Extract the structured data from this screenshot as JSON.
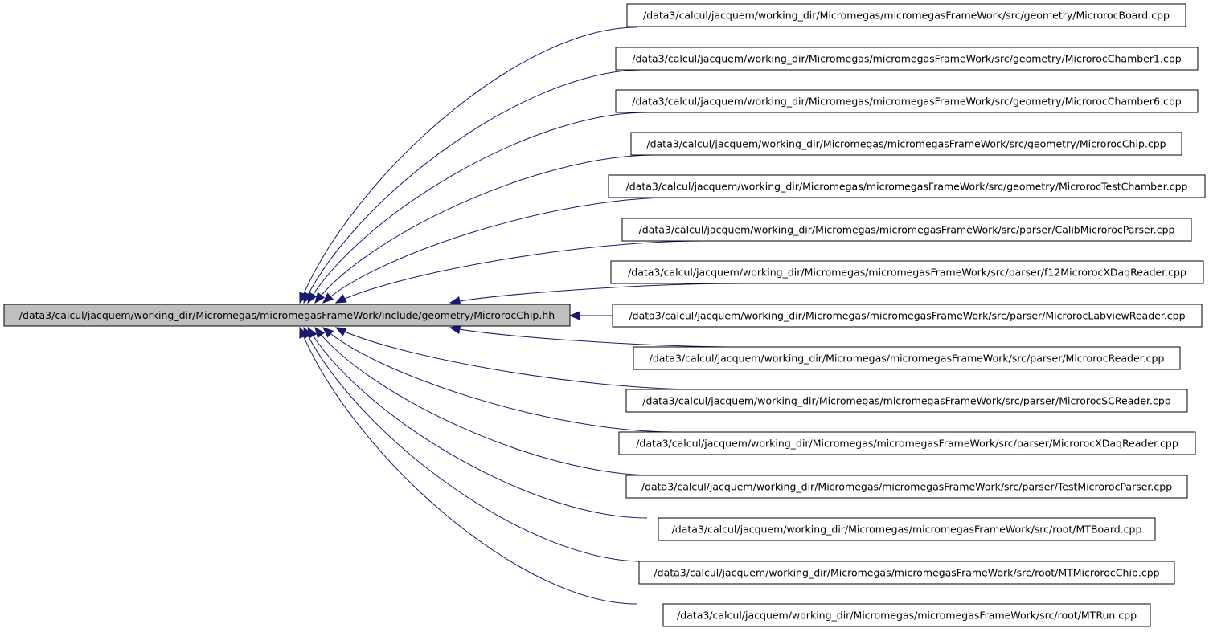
{
  "colors": {
    "background": "#ffffff",
    "root_fill": "#bfbfbf",
    "node_fill": "#ffffff",
    "node_border": "#000000",
    "edge": "#191970"
  },
  "graph": {
    "root": {
      "label": "/data3/calcul/jacquem/working_dir/Micromegas/micromegasFrameWork/include/geometry/MicrorocChip.hh"
    },
    "includers": [
      "/data3/calcul/jacquem/working_dir/Micromegas/micromegasFrameWork/src/geometry/MicrorocBoard.cpp",
      "/data3/calcul/jacquem/working_dir/Micromegas/micromegasFrameWork/src/geometry/MicrorocChamber1.cpp",
      "/data3/calcul/jacquem/working_dir/Micromegas/micromegasFrameWork/src/geometry/MicrorocChamber6.cpp",
      "/data3/calcul/jacquem/working_dir/Micromegas/micromegasFrameWork/src/geometry/MicrorocChip.cpp",
      "/data3/calcul/jacquem/working_dir/Micromegas/micromegasFrameWork/src/geometry/MicrorocTestChamber.cpp",
      "/data3/calcul/jacquem/working_dir/Micromegas/micromegasFrameWork/src/parser/CalibMicrorocParser.cpp",
      "/data3/calcul/jacquem/working_dir/Micromegas/micromegasFrameWork/src/parser/f12MicrorocXDaqReader.cpp",
      "/data3/calcul/jacquem/working_dir/Micromegas/micromegasFrameWork/src/parser/MicrorocLabviewReader.cpp",
      "/data3/calcul/jacquem/working_dir/Micromegas/micromegasFrameWork/src/parser/MicrorocReader.cpp",
      "/data3/calcul/jacquem/working_dir/Micromegas/micromegasFrameWork/src/parser/MicrorocSCReader.cpp",
      "/data3/calcul/jacquem/working_dir/Micromegas/micromegasFrameWork/src/parser/MicrorocXDaqReader.cpp",
      "/data3/calcul/jacquem/working_dir/Micromegas/micromegasFrameWork/src/parser/TestMicrorocParser.cpp",
      "/data3/calcul/jacquem/working_dir/Micromegas/micromegasFrameWork/src/root/MTBoard.cpp",
      "/data3/calcul/jacquem/working_dir/Micromegas/micromegasFrameWork/src/root/MTMicrorocChip.cpp",
      "/data3/calcul/jacquem/working_dir/Micromegas/micromegasFrameWork/src/root/MTRun.cpp"
    ]
  }
}
